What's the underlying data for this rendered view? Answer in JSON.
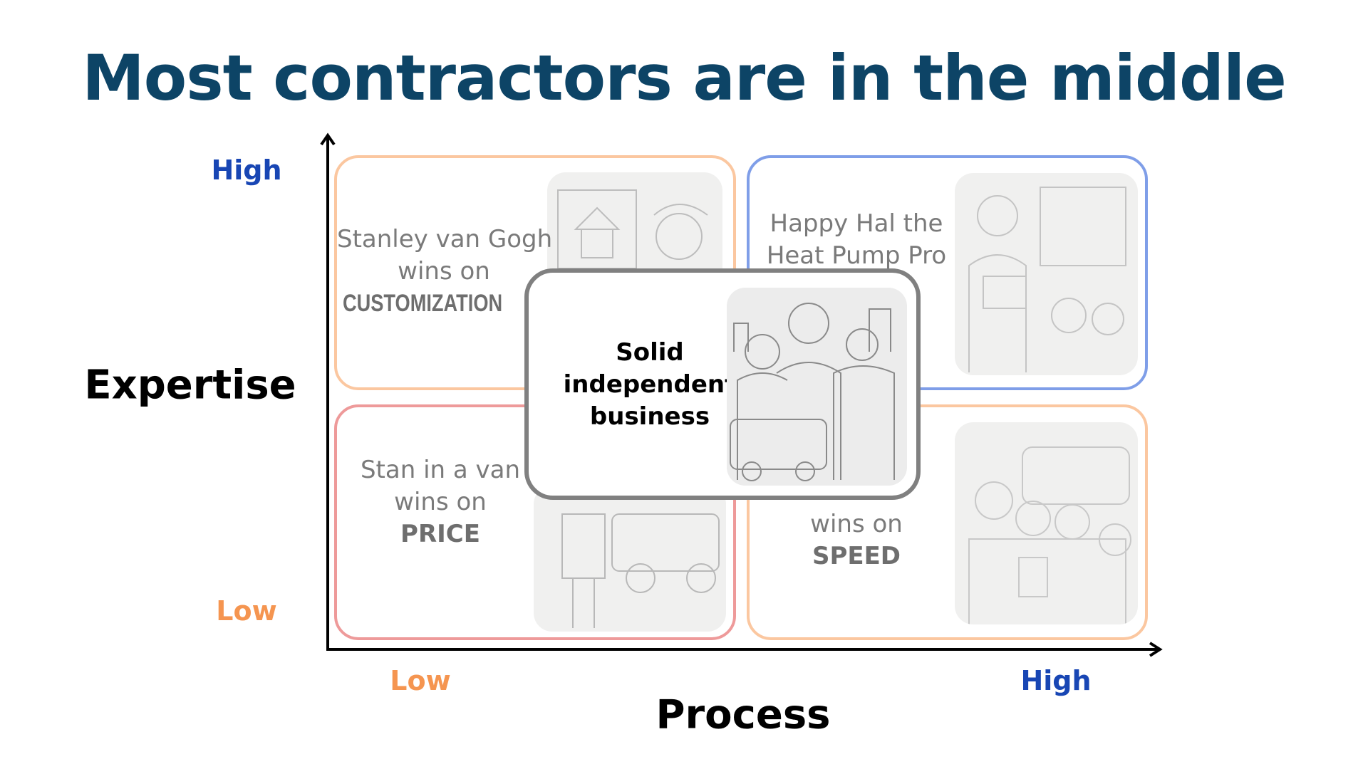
{
  "title": "Most contractors are in the middle",
  "axes": {
    "y_label": "Expertise",
    "y_high": "High",
    "y_low": "Low",
    "x_label": "Process",
    "x_low": "Low",
    "x_high": "High"
  },
  "colors": {
    "title": "#0d4466",
    "high": "#1846b4",
    "low": "#f59550",
    "top_left_border": "#fbc7a0",
    "top_right_border": "#7f9ee8",
    "bottom_left_border": "#ee9a9a",
    "bottom_right_border": "#fbc7a0",
    "center_border": "#808080"
  },
  "quadrants": {
    "top_left": {
      "line1": "Stanley van Gogh",
      "line2": "wins on",
      "strong": "CUSTOMIZATION"
    },
    "top_right": {
      "line1": "Happy Hal the",
      "line2": "Heat Pump Pro"
    },
    "bottom_left": {
      "line1": "Stan in a van",
      "line2": "wins on",
      "strong": "PRICE"
    },
    "bottom_right": {
      "line2": "wins on",
      "strong": "SPEED"
    }
  },
  "center": {
    "line1": "Solid",
    "line2": "independent",
    "line3": "business"
  }
}
